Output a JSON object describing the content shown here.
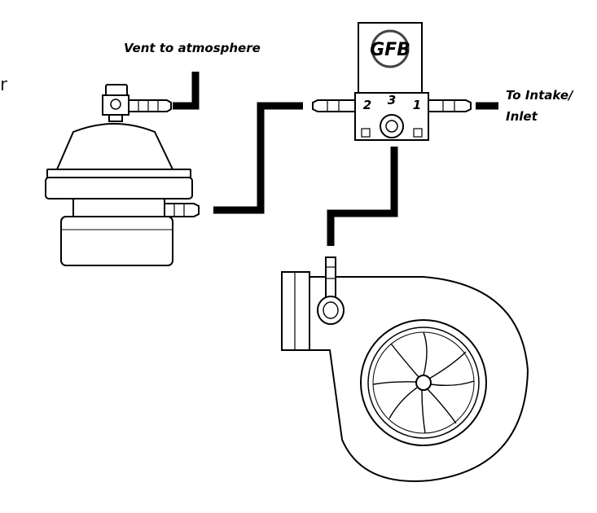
{
  "labels": {
    "vent": "Vent to atmosphere",
    "intake_line1": "To Intake/",
    "intake_line2": "Inlet",
    "edge_char": "r"
  },
  "solenoid": {
    "logo": "GFB",
    "port_1": "1",
    "port_2": "2",
    "port_3": "3"
  },
  "colors": {
    "line": "#000000",
    "background": "#ffffff",
    "logo_ring": "#444444"
  },
  "components": {
    "blow_off_valve": "valve-body",
    "boost_solenoid": "solenoid-block",
    "turbocharger": "turbo-housing"
  }
}
